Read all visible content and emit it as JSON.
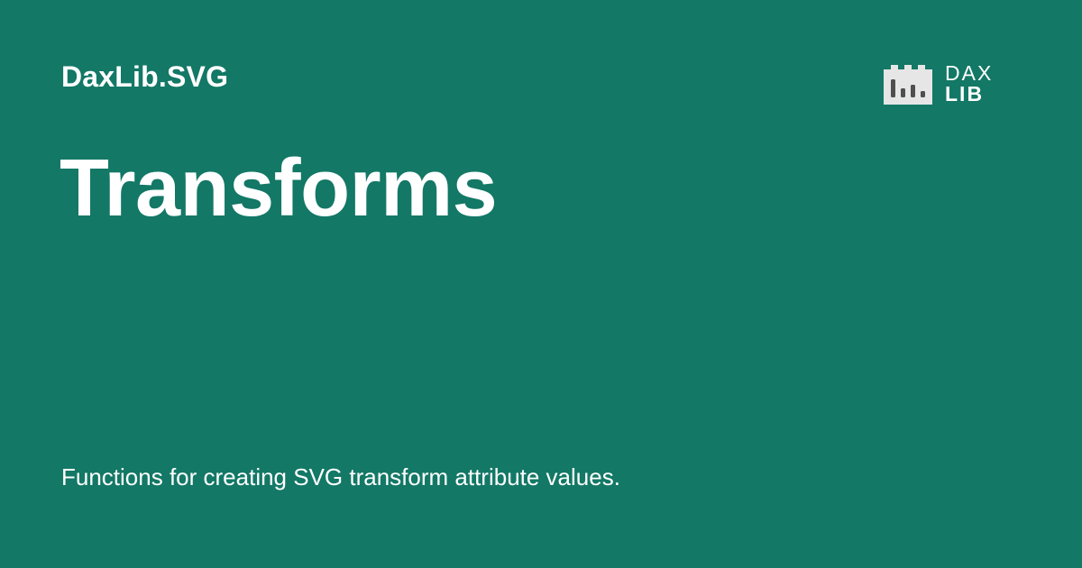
{
  "header": {
    "library_name": "DaxLib.SVG"
  },
  "main": {
    "title": "Transforms",
    "description": "Functions for creating SVG transform attribute values."
  },
  "logo": {
    "icon": "dax-lib-logo-icon",
    "line1": "DAX",
    "line2": "LIB"
  },
  "colors": {
    "background": "#137866",
    "text": "#ffffff",
    "logo_fill": "#e6e6e6",
    "logo_marks": "#4f4f4f"
  }
}
